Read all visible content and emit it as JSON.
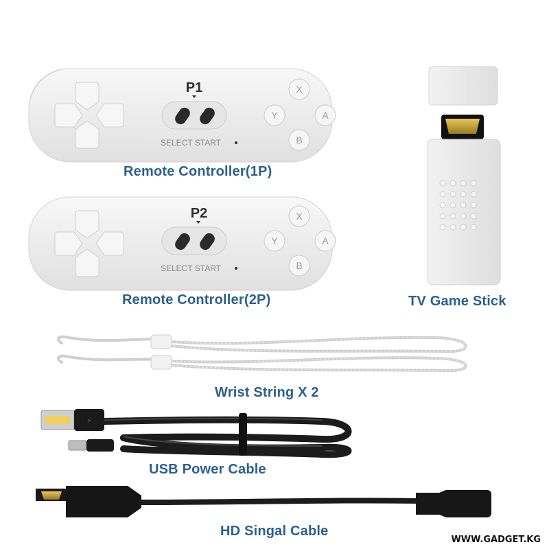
{
  "controller_1": {
    "player": "P1",
    "select_start": "SELECT  START",
    "buttons": {
      "x": "X",
      "y": "Y",
      "a": "A",
      "b": "B"
    },
    "caption": "Remote Controller(1P)"
  },
  "controller_2": {
    "player": "P2",
    "select_start": "SELECT  START",
    "buttons": {
      "x": "X",
      "y": "Y",
      "a": "A",
      "b": "B"
    },
    "caption": "Remote Controller(2P)"
  },
  "game_stick": {
    "caption": "TV Game Stick"
  },
  "wrist_string": {
    "caption": "Wrist String X 2"
  },
  "usb_cable": {
    "caption": "USB Power Cable"
  },
  "hd_cable": {
    "caption": "HD Singal Cable"
  },
  "watermark": "WWW.GADGET.KG",
  "colors": {
    "caption_blue": "#2b5f8e",
    "controller_body": "#eeeeee",
    "cable": "#1c1c1c"
  }
}
